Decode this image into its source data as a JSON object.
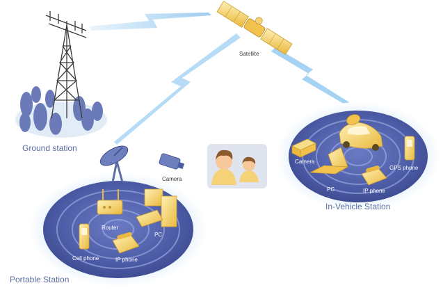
{
  "labels": {
    "satellite": "Satellite",
    "ground_station": "Ground station",
    "portable_station": "Portable Station",
    "vehicle_station": "In-Vehicle Station",
    "camera_portable": "Camera",
    "router": "Router",
    "pc_portable": "PC",
    "cell_phone": "Cell phone",
    "ip_phone_portable": "IP phone",
    "camera_vehicle": "Camera",
    "pc_vehicle": "PC",
    "ip_phone_vehicle": "IP phone",
    "gps_phone": "GPS phone"
  },
  "colors": {
    "link": "#a9d3f3",
    "disc": "#4f5ea8",
    "device": "#f7d36a",
    "label": "#5b6ea3"
  }
}
